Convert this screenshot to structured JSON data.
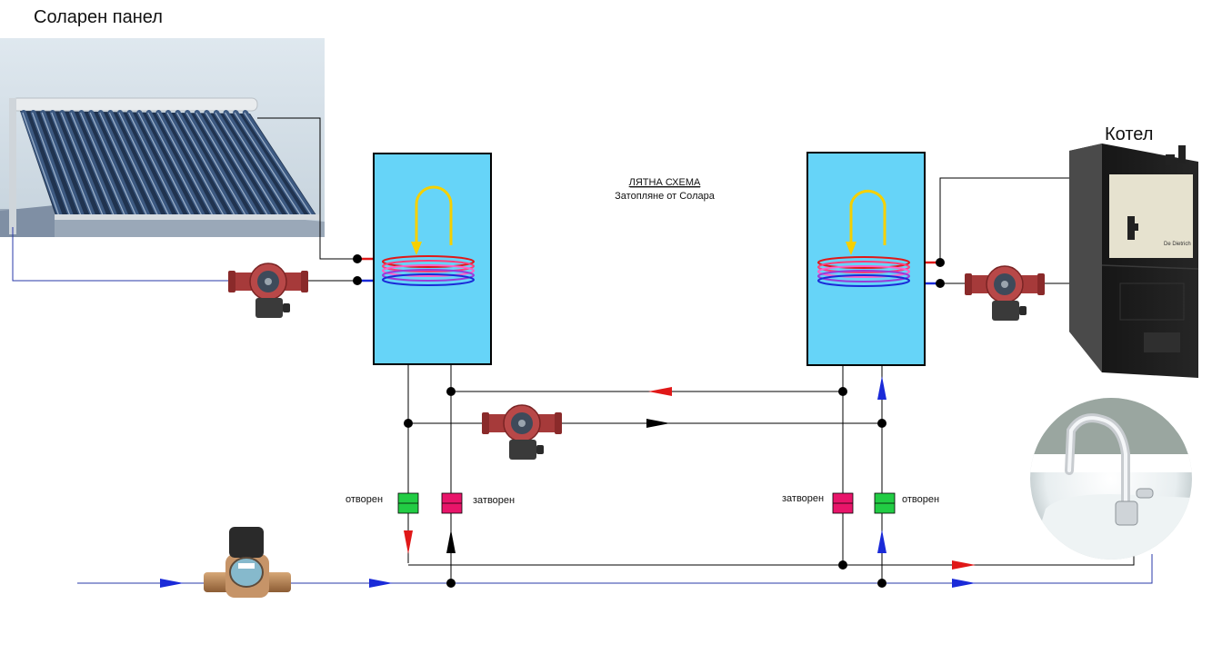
{
  "labels": {
    "solar_panel": "Соларен панел",
    "boiler": "Котел",
    "scheme_title": "ЛЯТНА СХЕМА",
    "scheme_subtitle": "Затопляне от Солара"
  },
  "valves": [
    {
      "state": "отворен",
      "color": "#22cc44"
    },
    {
      "state": "затворен",
      "color": "#e8156a"
    },
    {
      "state": "затворен",
      "color": "#e8156a"
    },
    {
      "state": "отворен",
      "color": "#22cc44"
    }
  ],
  "colors": {
    "tank_fill": "#66d4f8",
    "hot": "#e01818",
    "cold": "#1a2ad8",
    "arrow_coil": "#f5d000",
    "valve_open": "#22cc44",
    "valve_closed": "#e8156a"
  },
  "icons": [
    "solar-panel-icon",
    "pump-icon",
    "tank-icon",
    "boiler-icon",
    "water-meter-icon",
    "faucet-icon",
    "valve-icon"
  ]
}
